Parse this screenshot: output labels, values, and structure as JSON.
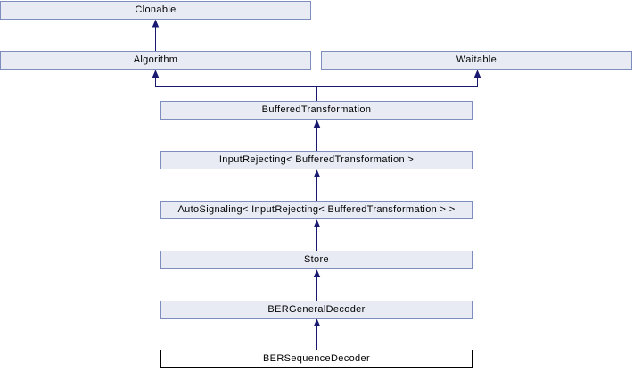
{
  "diagram": {
    "kind": "class-inheritance-graph",
    "nodes": [
      {
        "id": "clonable",
        "label": "Clonable",
        "current": false
      },
      {
        "id": "algorithm",
        "label": "Algorithm",
        "current": false
      },
      {
        "id": "waitable",
        "label": "Waitable",
        "current": false
      },
      {
        "id": "buffered-transformation",
        "label": "BufferedTransformation",
        "current": false
      },
      {
        "id": "input-rejecting",
        "label": "InputRejecting< BufferedTransformation >",
        "current": false
      },
      {
        "id": "auto-signaling",
        "label": "AutoSignaling< InputRejecting< BufferedTransformation > >",
        "current": false
      },
      {
        "id": "store",
        "label": "Store",
        "current": false
      },
      {
        "id": "ber-general-decoder",
        "label": "BERGeneralDecoder",
        "current": false
      },
      {
        "id": "ber-sequence-decoder",
        "label": "BERSequenceDecoder",
        "current": true
      }
    ],
    "edges": [
      {
        "child": "algorithm",
        "parent": "clonable"
      },
      {
        "child": "buffered-transformation",
        "parent": "algorithm"
      },
      {
        "child": "buffered-transformation",
        "parent": "waitable"
      },
      {
        "child": "input-rejecting",
        "parent": "buffered-transformation"
      },
      {
        "child": "auto-signaling",
        "parent": "input-rejecting"
      },
      {
        "child": "store",
        "parent": "auto-signaling"
      },
      {
        "child": "ber-general-decoder",
        "parent": "store"
      },
      {
        "child": "ber-sequence-decoder",
        "parent": "ber-general-decoder"
      }
    ],
    "colors": {
      "node_fill": "#e8ebf4",
      "node_border": "#7d8ebe",
      "edge": "#191970",
      "current_fill": "#ffffff",
      "current_border": "#000000",
      "text": "#000000",
      "background": "#ffffff"
    }
  }
}
